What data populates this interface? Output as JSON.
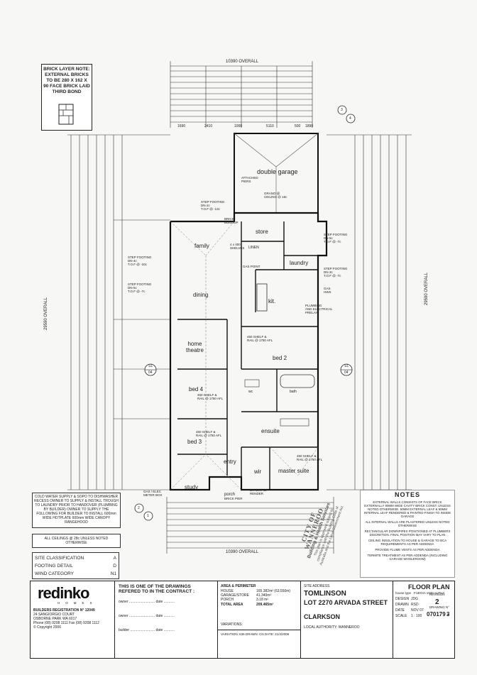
{
  "brick_note": {
    "text": "BRICK LAYER NOTE: EXTERNAL BRICKS TO BE 280 x 162 x 90 FACE BRICK LAID THIRD BOND"
  },
  "overall_dims": {
    "top": "10390 OVERALL",
    "bottom": "10390 OVERALL",
    "left": "29590 OVERALL",
    "right": "29590 OVERALL"
  },
  "top_dims": [
    "1690",
    "2410",
    "1000",
    "5110",
    "500",
    "1890"
  ],
  "rooms": {
    "double_garage": "double garage",
    "store": "store",
    "linen": "LINEN",
    "laundry": "laundry",
    "family": "family",
    "dining": "dining",
    "kit": "kit.",
    "home_theatre": "home\ntheatre",
    "bed2": "bed 2",
    "bed4": "bed 4",
    "bed3": "bed 3",
    "ensuite": "ensuite",
    "entry": "entry",
    "wir": "wir",
    "master_suite": "master suite",
    "study": "study",
    "porch": "porch",
    "bath": "bath",
    "wc": "wc"
  },
  "plan_notes": {
    "step_footing_1": "STEP FOOTING\nDN-2c\nT.O.F @ -13c",
    "step_footing_2": "STEP FOOTING\nDN-4c\nT.O.F @ -10c",
    "step_footing_3": "STEP FOOTING\nDN-5c\nT.O.F @ -7c",
    "step_footing_4": "STEP FOOTING\nDN-5c\nT.O.F @ -7c",
    "step_footing_5": "STEP FOOTING\nDN-3c\nT.O.F @ -7c",
    "brick_buildup": "BRICK\nBUILDUP",
    "attached_piers": "ATTACHED\nPIERS",
    "gas_point": "GAS POINT",
    "gas_hws": "GAS\nHWS",
    "plumbing": "PLUMBING\nAND ELECTRICAL\nPRELAY",
    "gas_elec": "GAS / ELEC\nMETER BOX",
    "shelf_rail_bed2": "450 SHELF &\nRAIL @ 1750 AFL",
    "shelf_rail_bed4": "450 SHELF &\nRAIL @ 1750 AFL",
    "shelf_rail_bed3": "450 SHELF &\nRAIL @ 1750 AFL",
    "shelf_rail_master": "450 SHELF &\nRAIL @ 1750 AFL",
    "grano": "GRANO @\nCEILING @ 16c",
    "extent_render": "EXTENT OF\nRENDER",
    "brick_pier": "BRICK PIER",
    "four_x_shelves": "4 x 400\nSHELVES"
  },
  "water_note": {
    "text": "COLD WATER SUPPLY & SOPO TO DISHWASHER RECESS OWNER TO SUPPLY & INSTALL TROUGH TO LAUNDRY PRIOR TO HANDOVER (PLUMBING BY BUILDER) OWNER TO SUPPLY THE FOLLOWING FOR BUILDER TO INSTALL 600mm WIDE HOTPLATE 600mm WIDE CANOPY RANGEHOOD"
  },
  "ceilings_note": {
    "text": "ALL CEILINGS @ 28c UNLESS NOTED OTHERWISE"
  },
  "site_info": {
    "classification_label": "SITE CLASSIFICATION",
    "classification_value": "A",
    "footing_label": "FOOTING DETAIL",
    "footing_value": "D",
    "wind_label": "WIND CATEGORY",
    "wind_value": "N1"
  },
  "notes_panel": {
    "title": "NOTES",
    "items": [
      "EXTERNAL WALLS CONSISTS OF FACE BRICK EXTERNALLY 90mm WIDE CAVITY BRICK CONST. UNLESS NOTED OTHERWISE. 50mm EXTERNAL LEAF & 90mm INTERNAL LEAF RENDERED & PAINTED FINISH TO INSIDE GARAGE",
      "ALL INTERNAL WALLS ARE PLASTERED UNLESS NOTED OTHERWISE",
      "RECTANGULAR DOWNPIPES POSITIONED AT PLUMBERS DISCRETION. FINAL POSITION MAY VARY TO PLAN",
      "CEILING INSULATION TO HOUSE & GARAGE TO BCA REQUIREMENTS AS PER ADDENDA",
      "PROVIDE FLUME VENTS AS PER ADDENDA",
      "TERMITE TREATMENT AS PER ADDENDA (INCLUDING GARAGE WHOLEROOM)"
    ]
  },
  "stamp": {
    "title": "CITY OF WANNEROO",
    "subtitle": "Building & Health Services",
    "body": "This plan is approved subject to compliance with the Building Code of Australia and the Local Government Act."
  },
  "title_block": {
    "logo": "redinko",
    "logo_sub": "HOMES",
    "builder_reg": "BUILDERS REGISTRATION N° 12049",
    "address1": "24 SANGIORGIO COURT",
    "address2": "OSBORNE PARK WA 6017",
    "phone": "Phone (08) 9208 1111 Fax (08) 9208 1112",
    "copyright": "© Copyright 2006",
    "drawings_note": "THIS IS ONE OF THE DRAWINGS REFERED TO IN THE CONTRACT :",
    "owner1": "owner ..........................  date ...........",
    "owner2": "owner ..........................  date ...........",
    "builder": "builder .........................  date ...........",
    "area_title": "AREA & PERIMETER",
    "house_label": "HOUSE",
    "house_value": "165.382m² (63.550m)",
    "garage_label": "GARAGE/STORE",
    "garage_value": "41.340m²",
    "porch_label": "PORCH",
    "porch_value": "3.18 m²",
    "total_label": "TOTAL AREA",
    "total_value": "209.465m²",
    "variations": "VARIATIONS:",
    "variation_line": "VARIATION: 636  DRAWN: CN  DATE: 21/4/2008",
    "site_address_label": "SITE ADDRESS",
    "site_name": "TOMLINSON",
    "site_lot": "LOT 2270 ARVADA STREET",
    "suburb": "CLARKSON",
    "local_authority": "LOCAL AUTHORITY: WANNEROO",
    "sheet_title": "FLOOR PLAN",
    "house_type": "FUEGIA 1930 ALPHA",
    "house_type_label": "house type",
    "revision_label": "REVISION",
    "revision": "2",
    "design_label": "DESIGN",
    "design_value": "JDG",
    "drawn_label": "DRAWN",
    "drawn_value": "RSD",
    "date_label": "DATE",
    "date_value": "NOV 07",
    "scale_label": "SCALE",
    "scale_value": "1 : 100",
    "drawing_no_label": "DRAWING N°",
    "drawing_no": "070179 -",
    "sheet_no": "3"
  },
  "section_markers": [
    "S1",
    "04",
    "S1",
    "04",
    "2",
    "1",
    "3",
    "4"
  ]
}
